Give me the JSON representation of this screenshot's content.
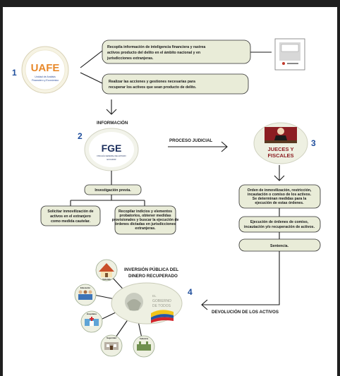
{
  "steps": {
    "n1": "1",
    "n2": "2",
    "n3": "3",
    "n4": "4"
  },
  "uafe": {
    "logo": "UAFE",
    "sub1": "Unidad de Análisis",
    "sub2": "Financiero y Económico"
  },
  "uafe_boxes": {
    "b1": [
      "Recopila información de inteligencia financiera y rastrea",
      "activos producto del delito en el ámbito nacional y en",
      "jurisdicciones extranjeras."
    ],
    "b2": [
      "Realizar las acciones y gestiones necesarias para",
      "recuperar los activos que sean producto de delito."
    ]
  },
  "labels": {
    "informacion": "INFORMACIÓN",
    "proceso": "PROCESO JUDICIAL",
    "devolucion": "DEVOLUCIÓN DE LOS ACTIVOS",
    "inversion": [
      "INVERSIÓN PÚBLICA DEL",
      "DINERO RECUPERADO"
    ]
  },
  "fge": {
    "logo": "FGE",
    "sub1": "FISCALÍA GENERAL DEL ESTADO",
    "sub2": "ECUADOR"
  },
  "fge_boxes": {
    "investigacion": "Investigación previa.",
    "left": [
      "Solicitar inmovilización de",
      "activos en el extranjero",
      "como medida cautelar."
    ],
    "right": [
      "Recopilar indicios y elementos",
      "probatorios, obtener medidas",
      "provisionales y buscar la ejecución de",
      "órdenes dictadas en jurisdicciones",
      "extranjeras."
    ]
  },
  "jueces": {
    "label": [
      "JUECES Y",
      "FISCALES"
    ]
  },
  "judicial_boxes": {
    "b1": [
      "Orden de inmovilización, restricción,",
      "incautación o comiso de los activos.",
      "Se determinan medidas para la",
      "ejecución de estas órdenes."
    ],
    "b2": [
      "Ejecución de órdenes de comiso,",
      "incautación y/o recuperación de activos."
    ],
    "b3": "Sentencia."
  },
  "gobierno": {
    "l1": "EL",
    "l2": "GOBIERNO",
    "l3": "DE TODOS"
  },
  "sectors": {
    "s1": "Vivienda",
    "s2": "Educación",
    "s3": "Hospitales",
    "s4": "Seguridad",
    "s5": "Industria"
  },
  "colors": {
    "box_fill": "#e9ecd8",
    "number_blue": "#1f4e9c",
    "uafe_orange": "#e8892b",
    "uafe_blue": "#2a4d9b",
    "fge_navy": "#1c2f5e",
    "jueces_red": "#8c1d22"
  }
}
